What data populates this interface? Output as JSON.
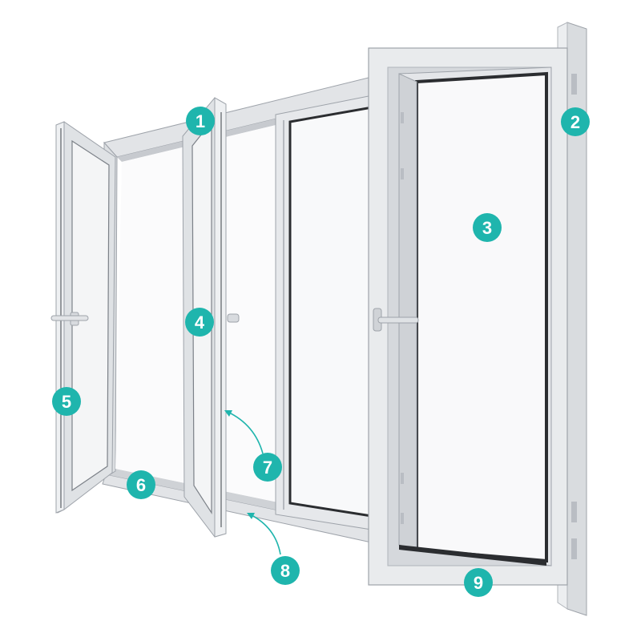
{
  "colors": {
    "marker_fill": "#1fb5ad",
    "marker_text": "#ffffff",
    "frame": "#e2e4e7",
    "frame_shade": "#c7cacf",
    "frame_edge": "#9ea3aa",
    "glass": "#f8f9fa",
    "seal": "#2b2d30",
    "hinge": "#b9bdc3",
    "leader": "#1fb5ad"
  },
  "callouts": [
    {
      "id": "1",
      "label": "1"
    },
    {
      "id": "2",
      "label": "2"
    },
    {
      "id": "3",
      "label": "3"
    },
    {
      "id": "4",
      "label": "4"
    },
    {
      "id": "5",
      "label": "5"
    },
    {
      "id": "6",
      "label": "6"
    },
    {
      "id": "7",
      "label": "7"
    },
    {
      "id": "8",
      "label": "8"
    },
    {
      "id": "9",
      "label": "9"
    }
  ]
}
